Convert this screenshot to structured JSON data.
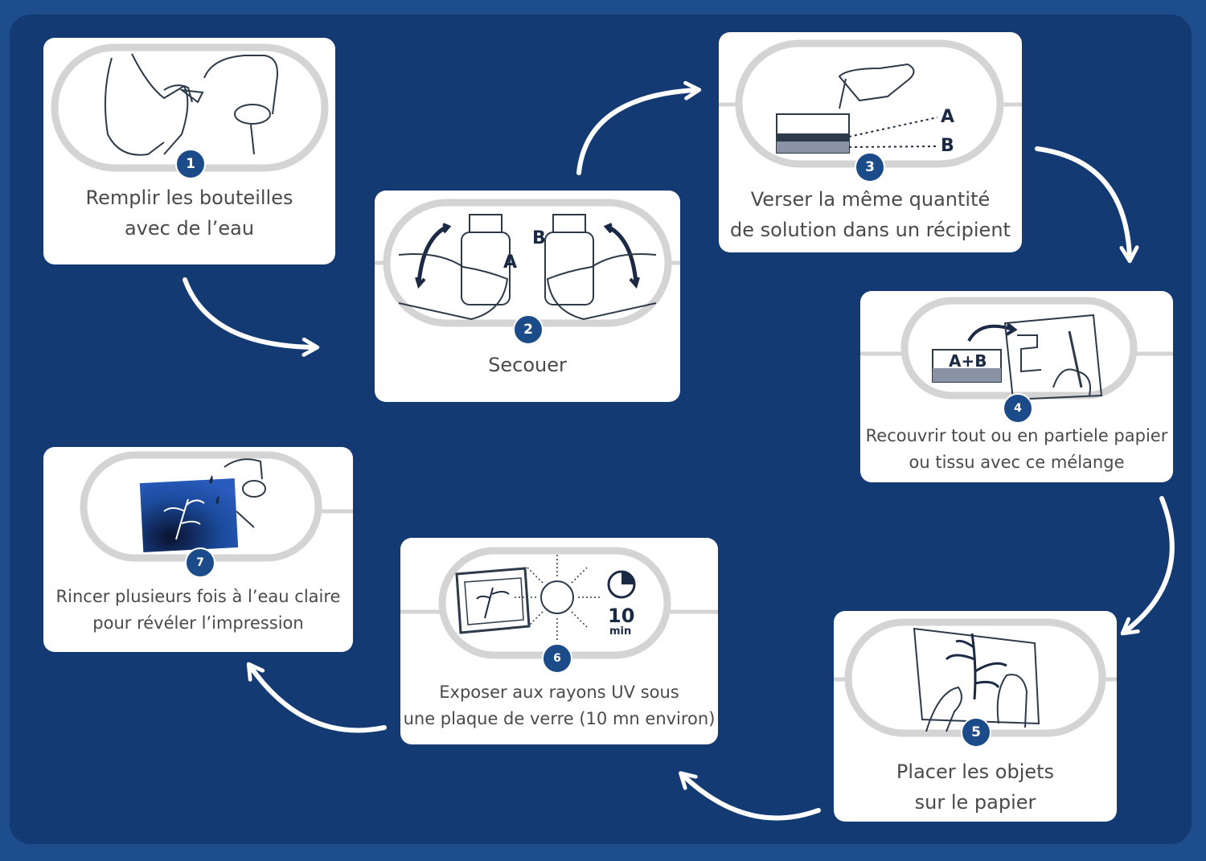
{
  "steps": [
    {
      "number": "1",
      "line1": "Remplir les bouteilles",
      "line2": "avec de l’eau"
    },
    {
      "number": "2",
      "line1": "Secouer",
      "line2": ""
    },
    {
      "number": "3",
      "line1": "Verser la même quantité",
      "line2": "de solution dans un récipient"
    },
    {
      "number": "4",
      "line1": "Recouvrir tout ou en partiele papier",
      "line2": "ou tissu avec ce mélange"
    },
    {
      "number": "5",
      "line1": "Placer les objets",
      "line2": "sur le papier"
    },
    {
      "number": "6",
      "line1": "Exposer aux rayons UV sous",
      "line2": "une plaque de verre (10 mn environ)"
    },
    {
      "number": "7",
      "line1": "Rincer plusieurs fois à l’eau claire",
      "line2": "pour révéler l’impression"
    }
  ],
  "labels": {
    "bottle_a": "A",
    "bottle_b": "B",
    "layer_a": "A",
    "layer_b": "B",
    "mix": "A+B",
    "timer_value": "10",
    "timer_unit": "min"
  },
  "colors": {
    "background": "#133a73",
    "accent": "#1b4b89",
    "card": "#ffffff"
  }
}
